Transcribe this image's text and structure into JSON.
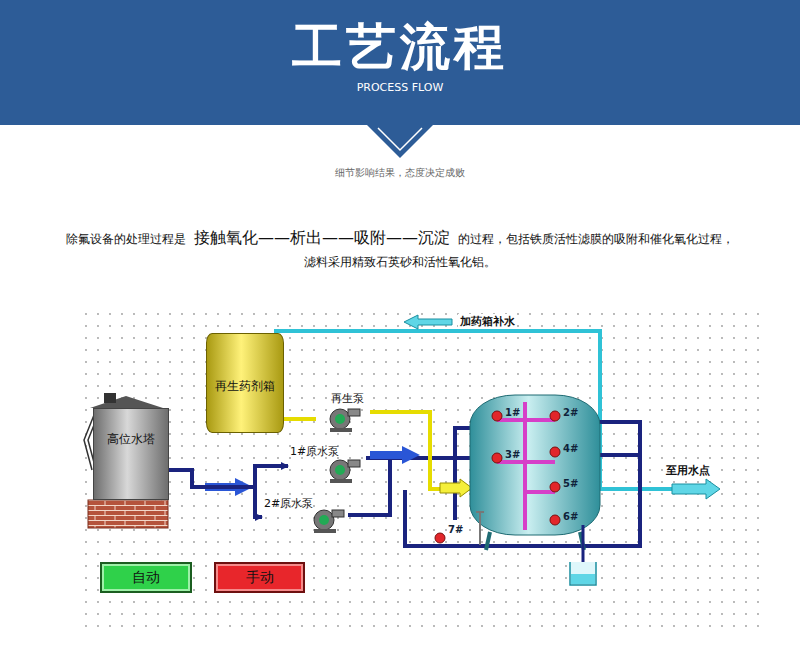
{
  "diagram": {
    "title": "工艺流程",
    "nodes": [
      {
        "text": [
          "高位水塔"
        ]
      },
      {
        "text": [
          "再生药剂箱"
        ]
      },
      {
        "text": [
          "再生泵"
        ]
      },
      {
        "text": [
          "1#原水泵"
        ]
      },
      {
        "text": [
          "2#原水泵"
        ]
      },
      {
        "text": [
          "自动"
        ]
      },
      {
        "text": [
          "手动"
        ]
      }
    ],
    "edges": [
      {
        "from": 0,
        "to": 3,
        "arrow": "to"
      },
      {
        "from": 0,
        "to": 4,
        "arrow": "to"
      },
      {
        "from": 1,
        "to": 2,
        "arrow": "none"
      }
    ],
    "labels": [
      "PROCESS FLOW",
      "细节影响结果，态度决定成败",
      "除氟设备的处理过程是",
      "接触氧化——析出——吸附——沉淀",
      "的过程，包括铁质活性滤膜的吸附和催化氧化过程，",
      "滤料采用精致石英砂和活性氧化铝。",
      "加药箱补水",
      "至用水点",
      "1#",
      "2#",
      "3#",
      "4#",
      "5#",
      "6#",
      "7#"
    ]
  }
}
